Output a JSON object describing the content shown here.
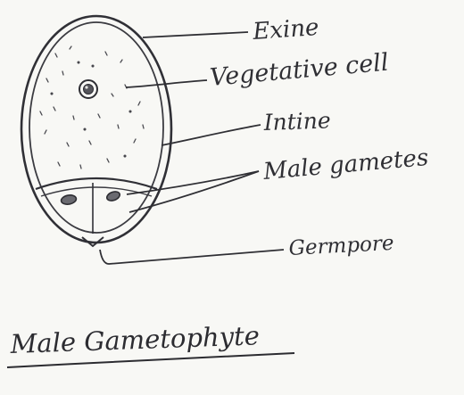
{
  "labels": {
    "exine": "Exine",
    "vegetative_cell": "Vegetative cell",
    "intine": "Intine",
    "male_gametes": "Male gametes",
    "germ_pore": "Germpore"
  },
  "caption": "Male Gametophyte",
  "colors": {
    "ink": "#2f2f34",
    "paper": "#f8f8f5"
  }
}
